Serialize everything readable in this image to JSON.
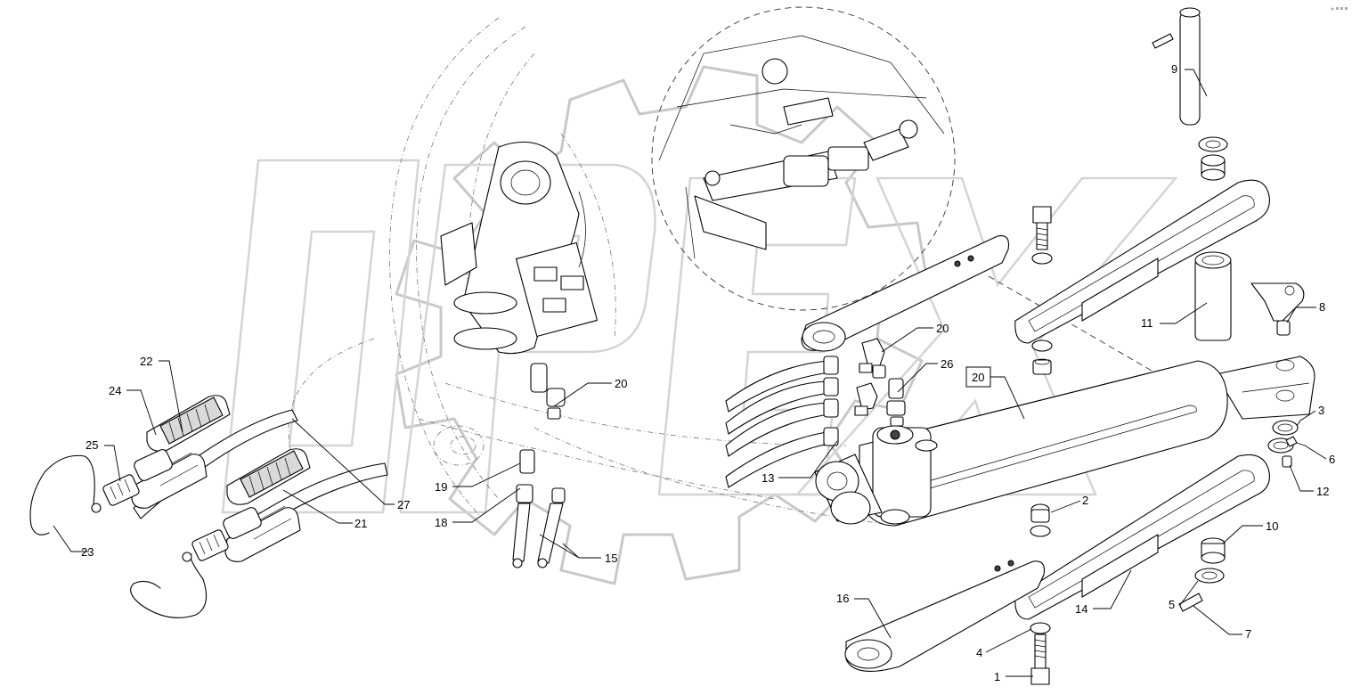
{
  "diagram": {
    "watermark_text": "OPEX",
    "boxed_callout": "20",
    "callouts": [
      {
        "id": "1",
        "text": "1"
      },
      {
        "id": "2",
        "text": "2"
      },
      {
        "id": "3",
        "text": "3"
      },
      {
        "id": "4",
        "text": "4"
      },
      {
        "id": "5",
        "text": "5"
      },
      {
        "id": "6",
        "text": "6"
      },
      {
        "id": "7",
        "text": "7"
      },
      {
        "id": "8",
        "text": "8"
      },
      {
        "id": "9",
        "text": "9"
      },
      {
        "id": "10",
        "text": "10"
      },
      {
        "id": "11",
        "text": "11"
      },
      {
        "id": "12",
        "text": "12"
      },
      {
        "id": "13",
        "text": "13"
      },
      {
        "id": "14",
        "text": "14"
      },
      {
        "id": "15",
        "text": "15"
      },
      {
        "id": "16",
        "text": "16"
      },
      {
        "id": "18",
        "text": "18"
      },
      {
        "id": "19",
        "text": "19"
      },
      {
        "id": "20a",
        "text": "20"
      },
      {
        "id": "20b",
        "text": "20"
      },
      {
        "id": "21",
        "text": "21"
      },
      {
        "id": "22",
        "text": "22"
      },
      {
        "id": "23",
        "text": "23"
      },
      {
        "id": "24",
        "text": "24"
      },
      {
        "id": "25",
        "text": "25"
      },
      {
        "id": "26",
        "text": "26"
      },
      {
        "id": "27",
        "text": "27"
      }
    ]
  }
}
